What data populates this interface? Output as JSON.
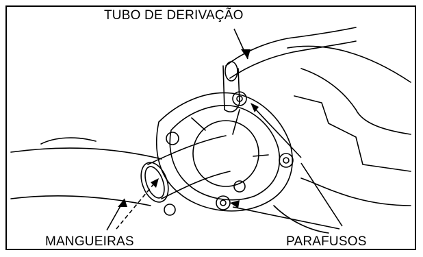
{
  "labels": {
    "bypass_tube": "TUBO DE DERIVAÇÃO",
    "hoses": "MANGUEIRAS",
    "bolts": "PARAFUSOS"
  },
  "colors": {
    "ink": "#000000",
    "paper": "#ffffff"
  }
}
